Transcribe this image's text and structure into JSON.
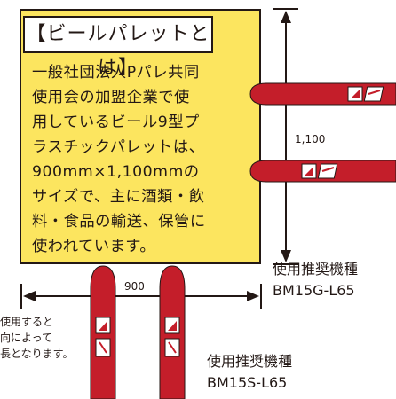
{
  "panel": {
    "title": "【ビールパレットとは】",
    "lines": [
      "一般社団法人Pパレ共同",
      "使用会の加盟企業で使",
      "用しているビール9型プ",
      "ラスチックパレットは、",
      "900mm×1,100mmの",
      "サイズで、主に酒類・飲",
      "料・食品の輸送、保管に",
      "使われています。"
    ]
  },
  "dimensions": {
    "width": "900",
    "length": "1,100"
  },
  "models": {
    "side": {
      "label": "使用推奨機種",
      "model": "BM15G-L65"
    },
    "bottom": {
      "label": "使用推奨機種",
      "model": "BM15S-L65"
    }
  },
  "note": [
    "使用すると",
    "向によって",
    "長となります。"
  ],
  "colors": {
    "pallet": "#fce55f",
    "fork": "#c41e2a",
    "outline": "#231815"
  }
}
